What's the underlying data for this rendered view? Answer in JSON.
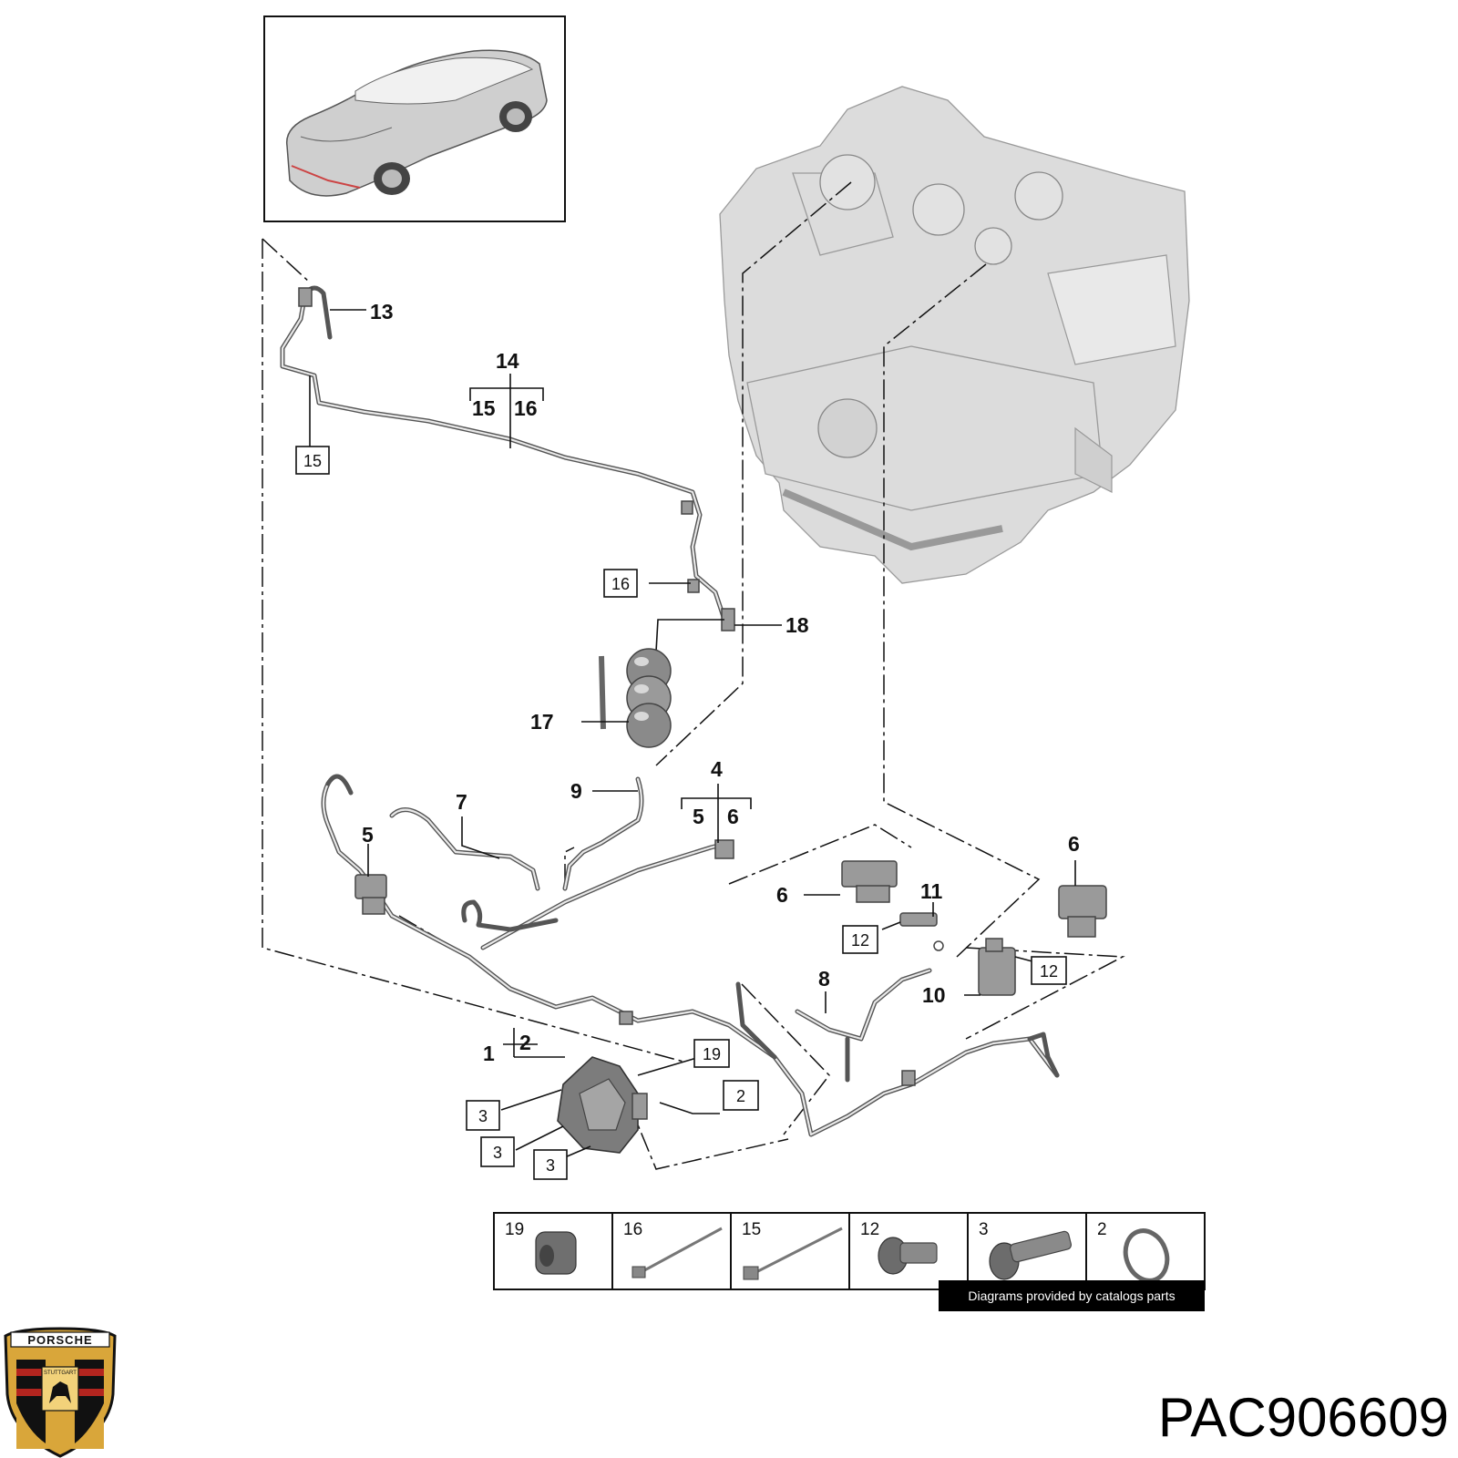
{
  "callouts": {
    "c13": "13",
    "c14": "14",
    "c15": "15",
    "c16": "16",
    "c18": "18",
    "c17": "17",
    "c9": "9",
    "c4": "4",
    "c5a": "5",
    "c6a": "6",
    "c7": "7",
    "c5b": "5",
    "c6b": "6",
    "c11": "11",
    "c6c": "6",
    "c8": "8",
    "c10": "10",
    "c1": "1",
    "c2": "2"
  },
  "boxed_labels": {
    "b15": "15",
    "b16": "16",
    "b12a": "12",
    "b12b": "12",
    "b19": "19",
    "b2": "2",
    "b3a": "3",
    "b3b": "3",
    "b3c": "3"
  },
  "parts_table": {
    "cells": [
      "19",
      "16",
      "15",
      "12",
      "3",
      "2"
    ]
  },
  "credit_text": "Diagrams provided by catalogs parts",
  "part_number": "PAC906609",
  "logo": {
    "brand": "PORSCHE",
    "city": "STUTTGART",
    "icon": "porsche-crest-icon",
    "colors": {
      "gold": "#d9a63a",
      "red": "#b3251f",
      "black": "#111111"
    }
  }
}
